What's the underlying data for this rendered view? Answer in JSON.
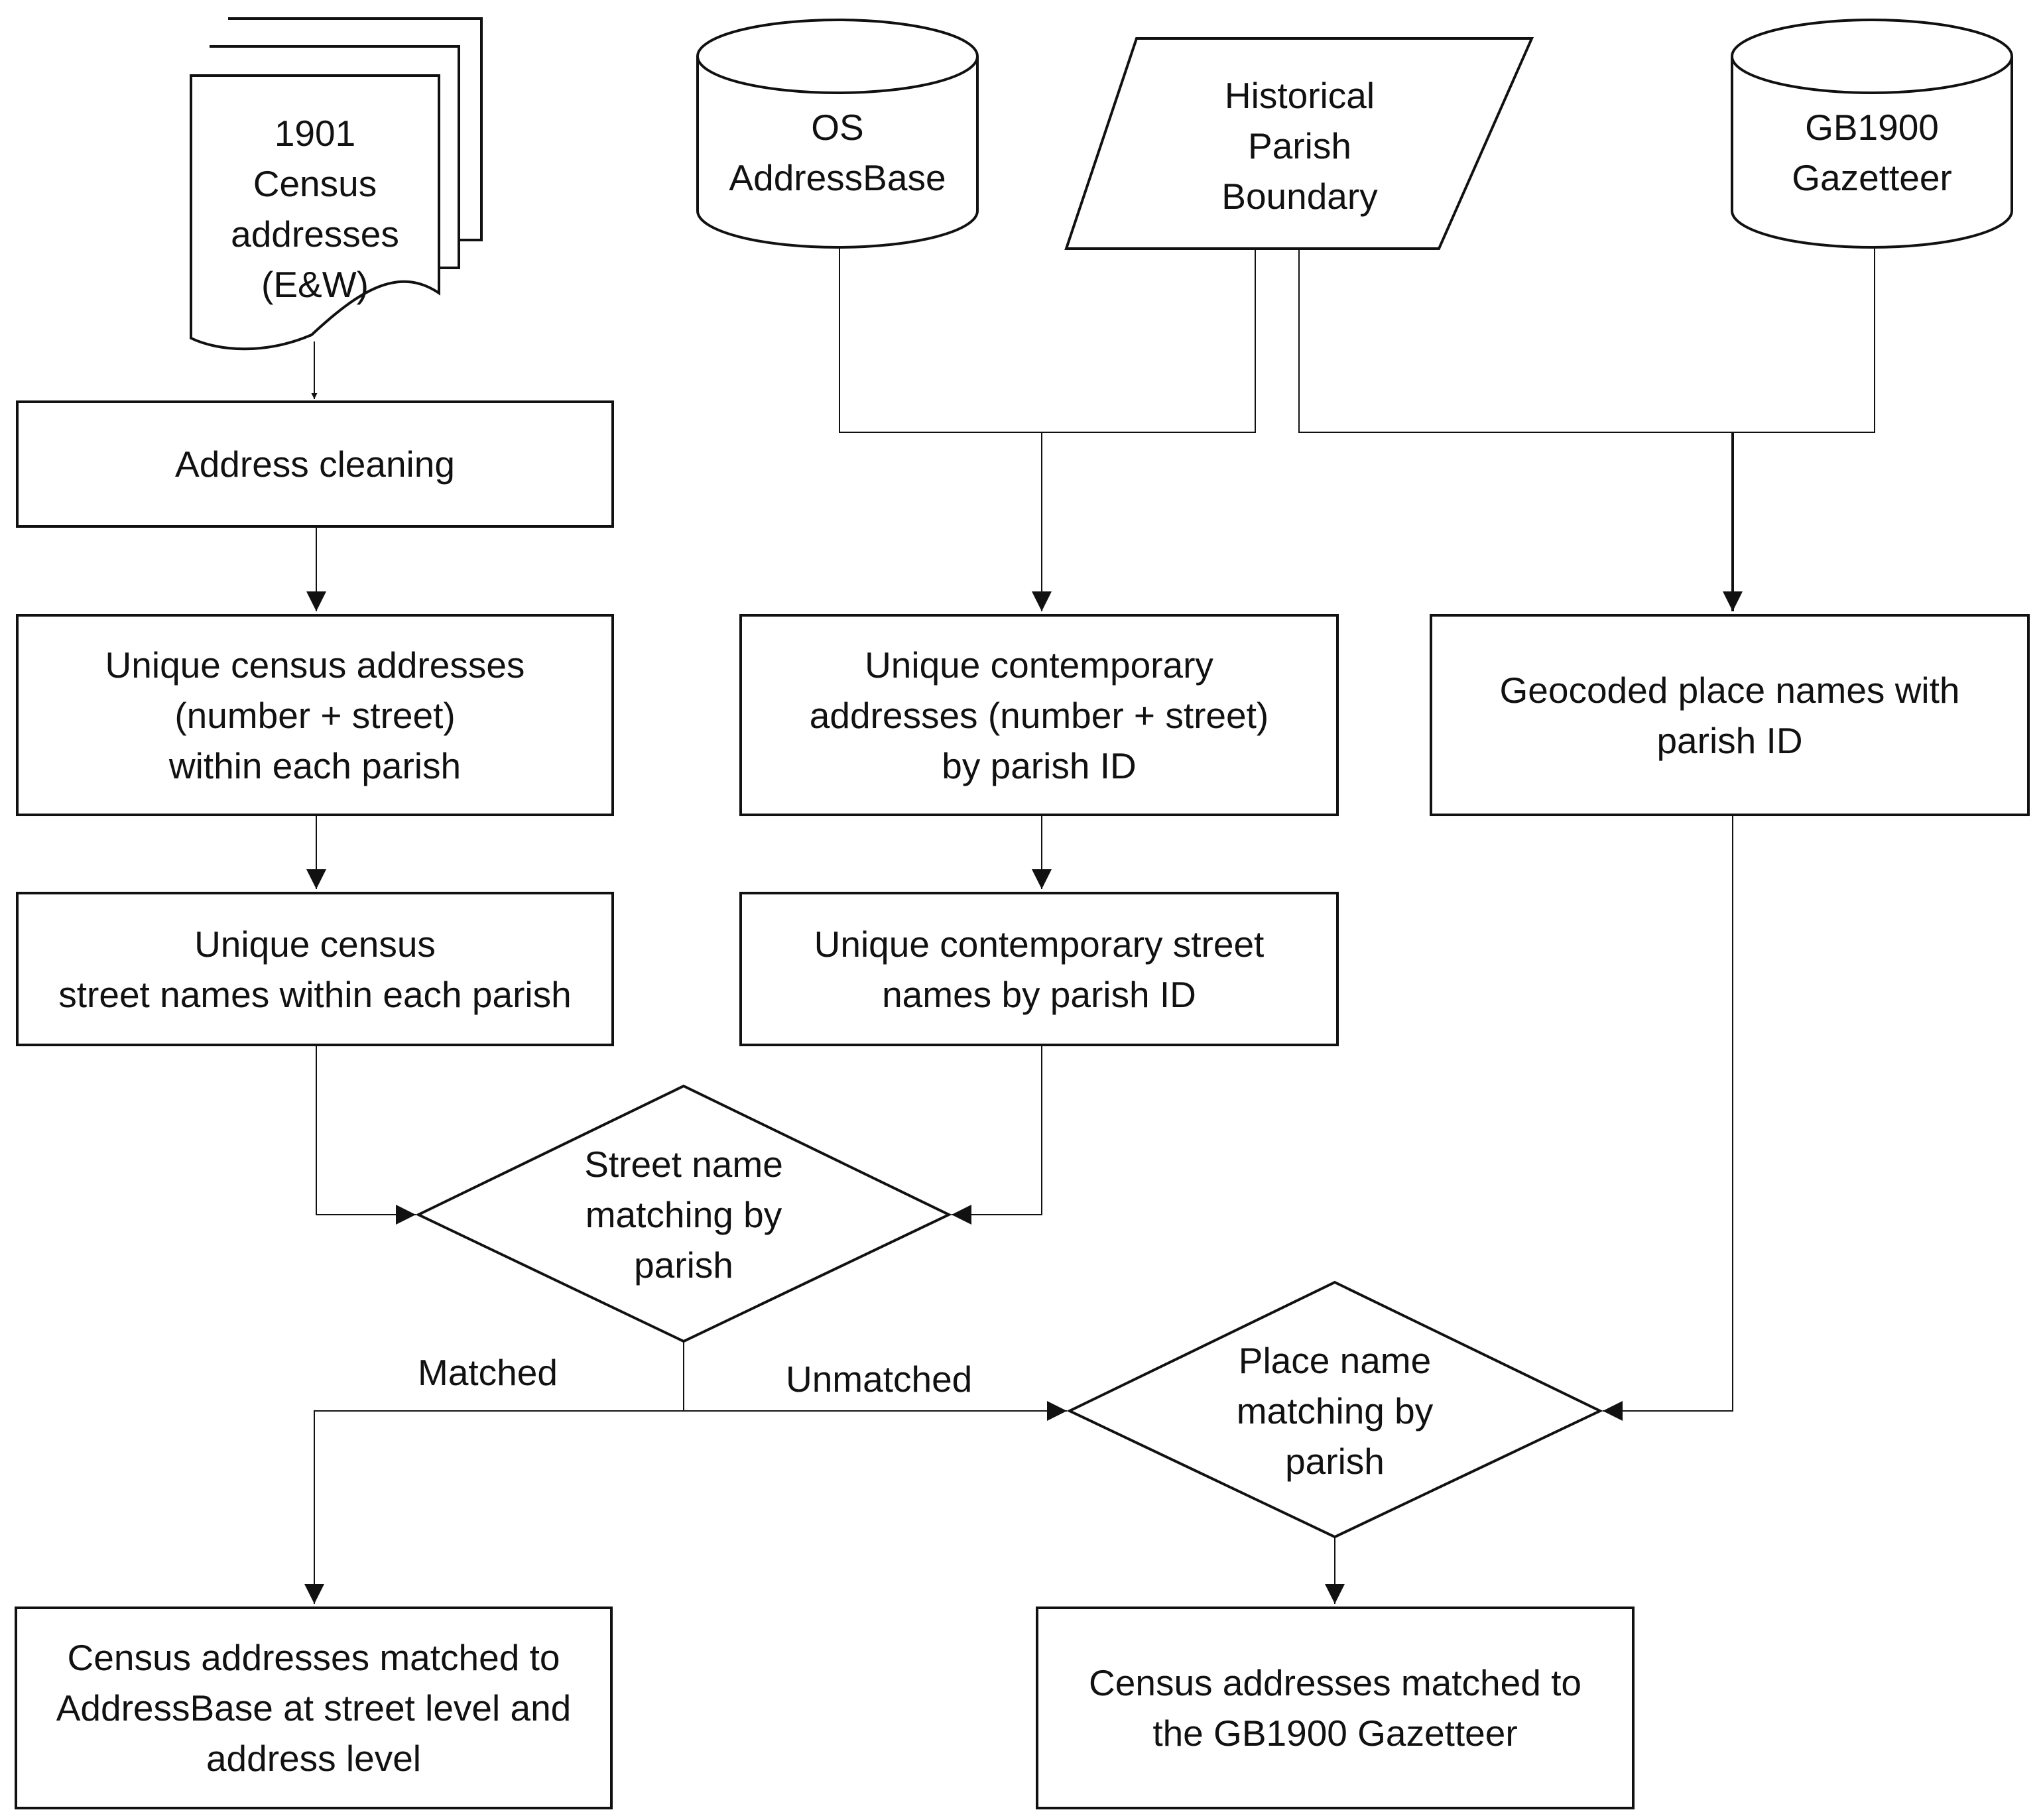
{
  "colors": {
    "stroke": "#111111",
    "background": "#ffffff"
  },
  "sources": {
    "census": "1901\nCensus\naddresses\n(E&W)",
    "os": "OS\nAddressBase",
    "parish": "Historical\nParish\nBoundary",
    "gb1900": "GB1900\nGazetteer"
  },
  "processes": {
    "cleaning": "Address cleaning",
    "unique_census_addresses": "Unique census addresses\n(number + street)\nwithin each parish",
    "unique_contemporary_addresses": "Unique contemporary\naddresses (number + street)\nby parish ID",
    "geocoded_place_names": "Geocoded place names with\nparish ID",
    "unique_census_streets": "Unique census\nstreet names within each parish",
    "unique_contemporary_streets": "Unique contemporary street\nnames by parish ID"
  },
  "decisions": {
    "street_matching": "Street name\nmatching by\nparish",
    "place_matching": "Place name\nmatching by\nparish"
  },
  "edge_labels": {
    "matched": "Matched",
    "unmatched": "Unmatched"
  },
  "outputs": {
    "addressbase_matched": "Census addresses matched to\nAddressBase at street level and\naddress level",
    "gazetteer_matched": "Census addresses matched to\nthe GB1900 Gazetteer"
  }
}
